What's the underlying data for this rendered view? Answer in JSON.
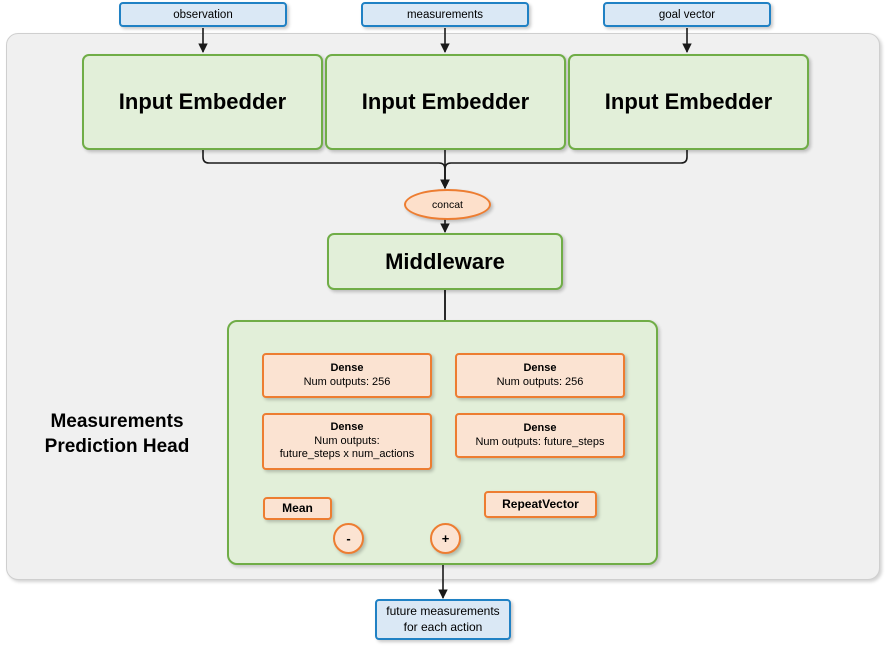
{
  "diagram": {
    "title": "Measurements Prediction Head network diagram",
    "inputs": [
      {
        "label": "observation"
      },
      {
        "label": "measurements"
      },
      {
        "label": "goal vector"
      }
    ],
    "embedders": [
      {
        "label": "Input Embedder"
      },
      {
        "label": "Input Embedder"
      },
      {
        "label": "Input Embedder"
      }
    ],
    "concat": {
      "label": "concat"
    },
    "middleware": {
      "label": "Middleware"
    },
    "head": {
      "title_line1": "Measurements",
      "title_line2": "Prediction Head",
      "left_branch": {
        "dense1": {
          "title": "Dense",
          "detail": "Num outputs: 256"
        },
        "dense2": {
          "title": "Dense",
          "detail_line1": "Num outputs:",
          "detail_line2": "future_steps x num_actions"
        },
        "mean": {
          "label": "Mean"
        },
        "op": {
          "label": "-"
        }
      },
      "right_branch": {
        "dense1": {
          "title": "Dense",
          "detail": "Num outputs: 256"
        },
        "dense2": {
          "title": "Dense",
          "detail": "Num outputs: future_steps"
        },
        "repeat": {
          "label": "RepeatVector"
        }
      },
      "merge_op": {
        "label": "+"
      }
    },
    "output": {
      "line1": "future measurements",
      "line2": "for each action"
    },
    "colors": {
      "input_border": "#2081c4",
      "input_fill": "#dae8f5",
      "green_border": "#70ad47",
      "green_fill": "#e2efd9",
      "orange_border": "#ed7d31",
      "orange_fill": "#fbe3d2",
      "container_fill": "#f0f0f0",
      "container_border": "#cfcfcf",
      "wire": "#1a1a1a"
    }
  }
}
